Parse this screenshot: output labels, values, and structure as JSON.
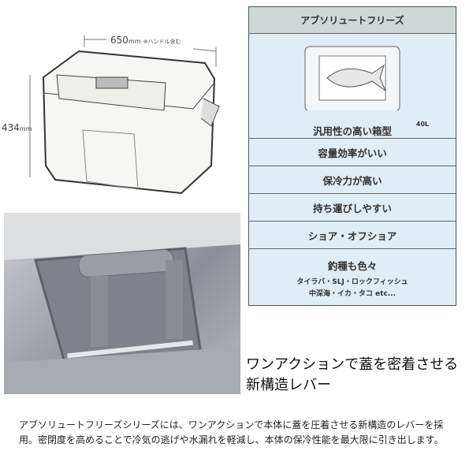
{
  "diagram": {
    "width_label": "650",
    "width_unit": "mm",
    "width_note": "※ハンドル含む",
    "height_label": "434",
    "height_unit": "mm"
  },
  "table": {
    "title": "アブソリュートフリーズ",
    "capacity": "40L",
    "shape": "汎用性の高い箱型",
    "features": [
      "容量効率がいい",
      "保冷力が高い",
      "持ち運びしやすい",
      "ショア・オフショア"
    ],
    "fishing": {
      "title": "釣種も色々",
      "line1": "タイラバ・SLJ・ロックフィッシュ",
      "line2": "中深海・イカ・タコ etc..."
    }
  },
  "headline": "ワンアクションで蓋を密着させる新構造レバー",
  "description": "アブソリュートフリーズシリーズには、ワンアクションで本体に蓋を圧着させる新構造のレバーを採用。密閉度を高めることで冷気の逃げや水漏れを軽減し、本体の保冷性能を最大限に引き出します。"
}
